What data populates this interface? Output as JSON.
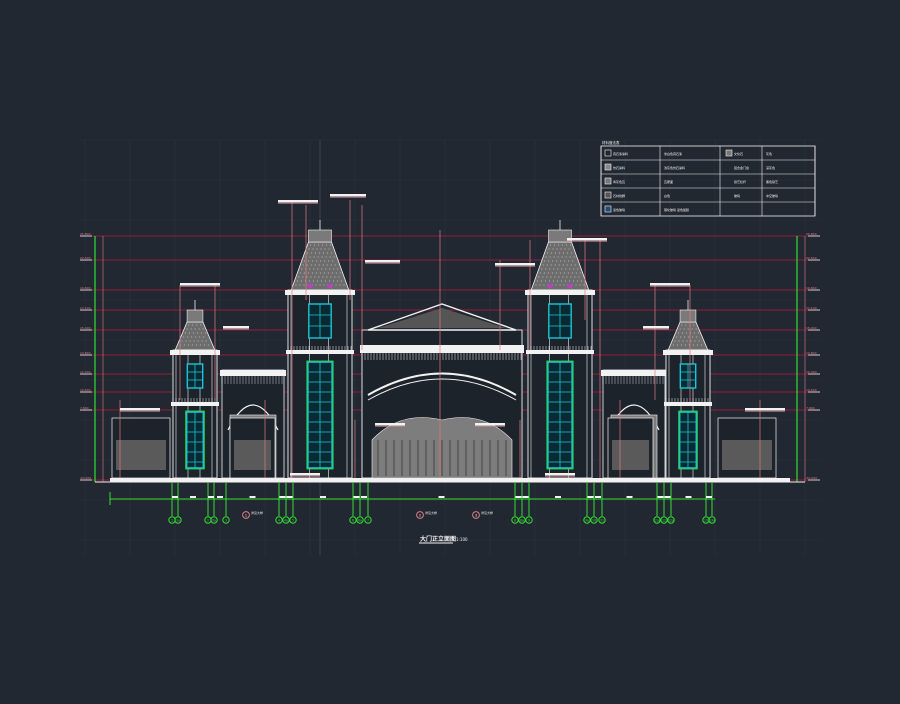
{
  "drawing": {
    "title": "大门正立面图",
    "scale": "1:100",
    "background": "#222831",
    "colors": {
      "outline": "#f2f2f2",
      "dimension": "#e07a86",
      "axis": "#33dd33",
      "glass": "#19c5d6",
      "fill": "#8a8a8a",
      "grid": "#2c333d",
      "ornament": "#c23cc8",
      "level": "#b8193a"
    }
  },
  "legend": {
    "title": "材料做法表",
    "rows": [
      {
        "swatch": "empty",
        "label": "真石漆涂料",
        "note": "米白色真石漆",
        "swatch2": "hatched",
        "label2": "文化石",
        "note2": "灰色"
      },
      {
        "swatch": "grey",
        "label": "仿石涂料",
        "note": "浅灰色仿石涂料",
        "swatch2": "",
        "label2": "铝合金门窗",
        "note2": "深灰色"
      },
      {
        "swatch": "dots",
        "label": "青灰色瓦",
        "note": "瓦屋面",
        "swatch2": "",
        "label2": "铁艺栏杆",
        "note2": "黑色铁艺"
      },
      {
        "swatch": "dark",
        "label": "石材线脚",
        "note": "白色",
        "swatch2": "",
        "label2": "玻璃",
        "note2": "中空玻璃"
      },
      {
        "swatch": "blue",
        "label": "蓝色玻璃",
        "note": "钢化玻璃 蓝色镀膜",
        "swatch2": "",
        "label2": "",
        "note2": ""
      }
    ]
  },
  "axes": {
    "labels": [
      "1",
      "1a",
      "2",
      "2a",
      "3",
      "4",
      "4a",
      "5",
      "6",
      "6a",
      "7",
      "8",
      "8a",
      "9",
      "9a",
      "10",
      "11",
      "11a",
      "12",
      "12a",
      "13",
      "13a"
    ]
  },
  "levels": {
    "left": [
      "25.800",
      "22.500",
      "19.800",
      "17.100",
      "15.000",
      "13.800",
      "12.300",
      "10.500",
      "7.800",
      "±0.000"
    ],
    "right": [
      "25.800",
      "22.500",
      "19.800",
      "17.100",
      "15.000",
      "13.800",
      "12.300",
      "10.500",
      "7.800",
      "±0.000"
    ]
  },
  "section_marks": [
    {
      "label": "1",
      "text": "详见大样"
    },
    {
      "label": "2",
      "text": "详见大样"
    },
    {
      "label": "3",
      "text": "详见大样"
    }
  ]
}
